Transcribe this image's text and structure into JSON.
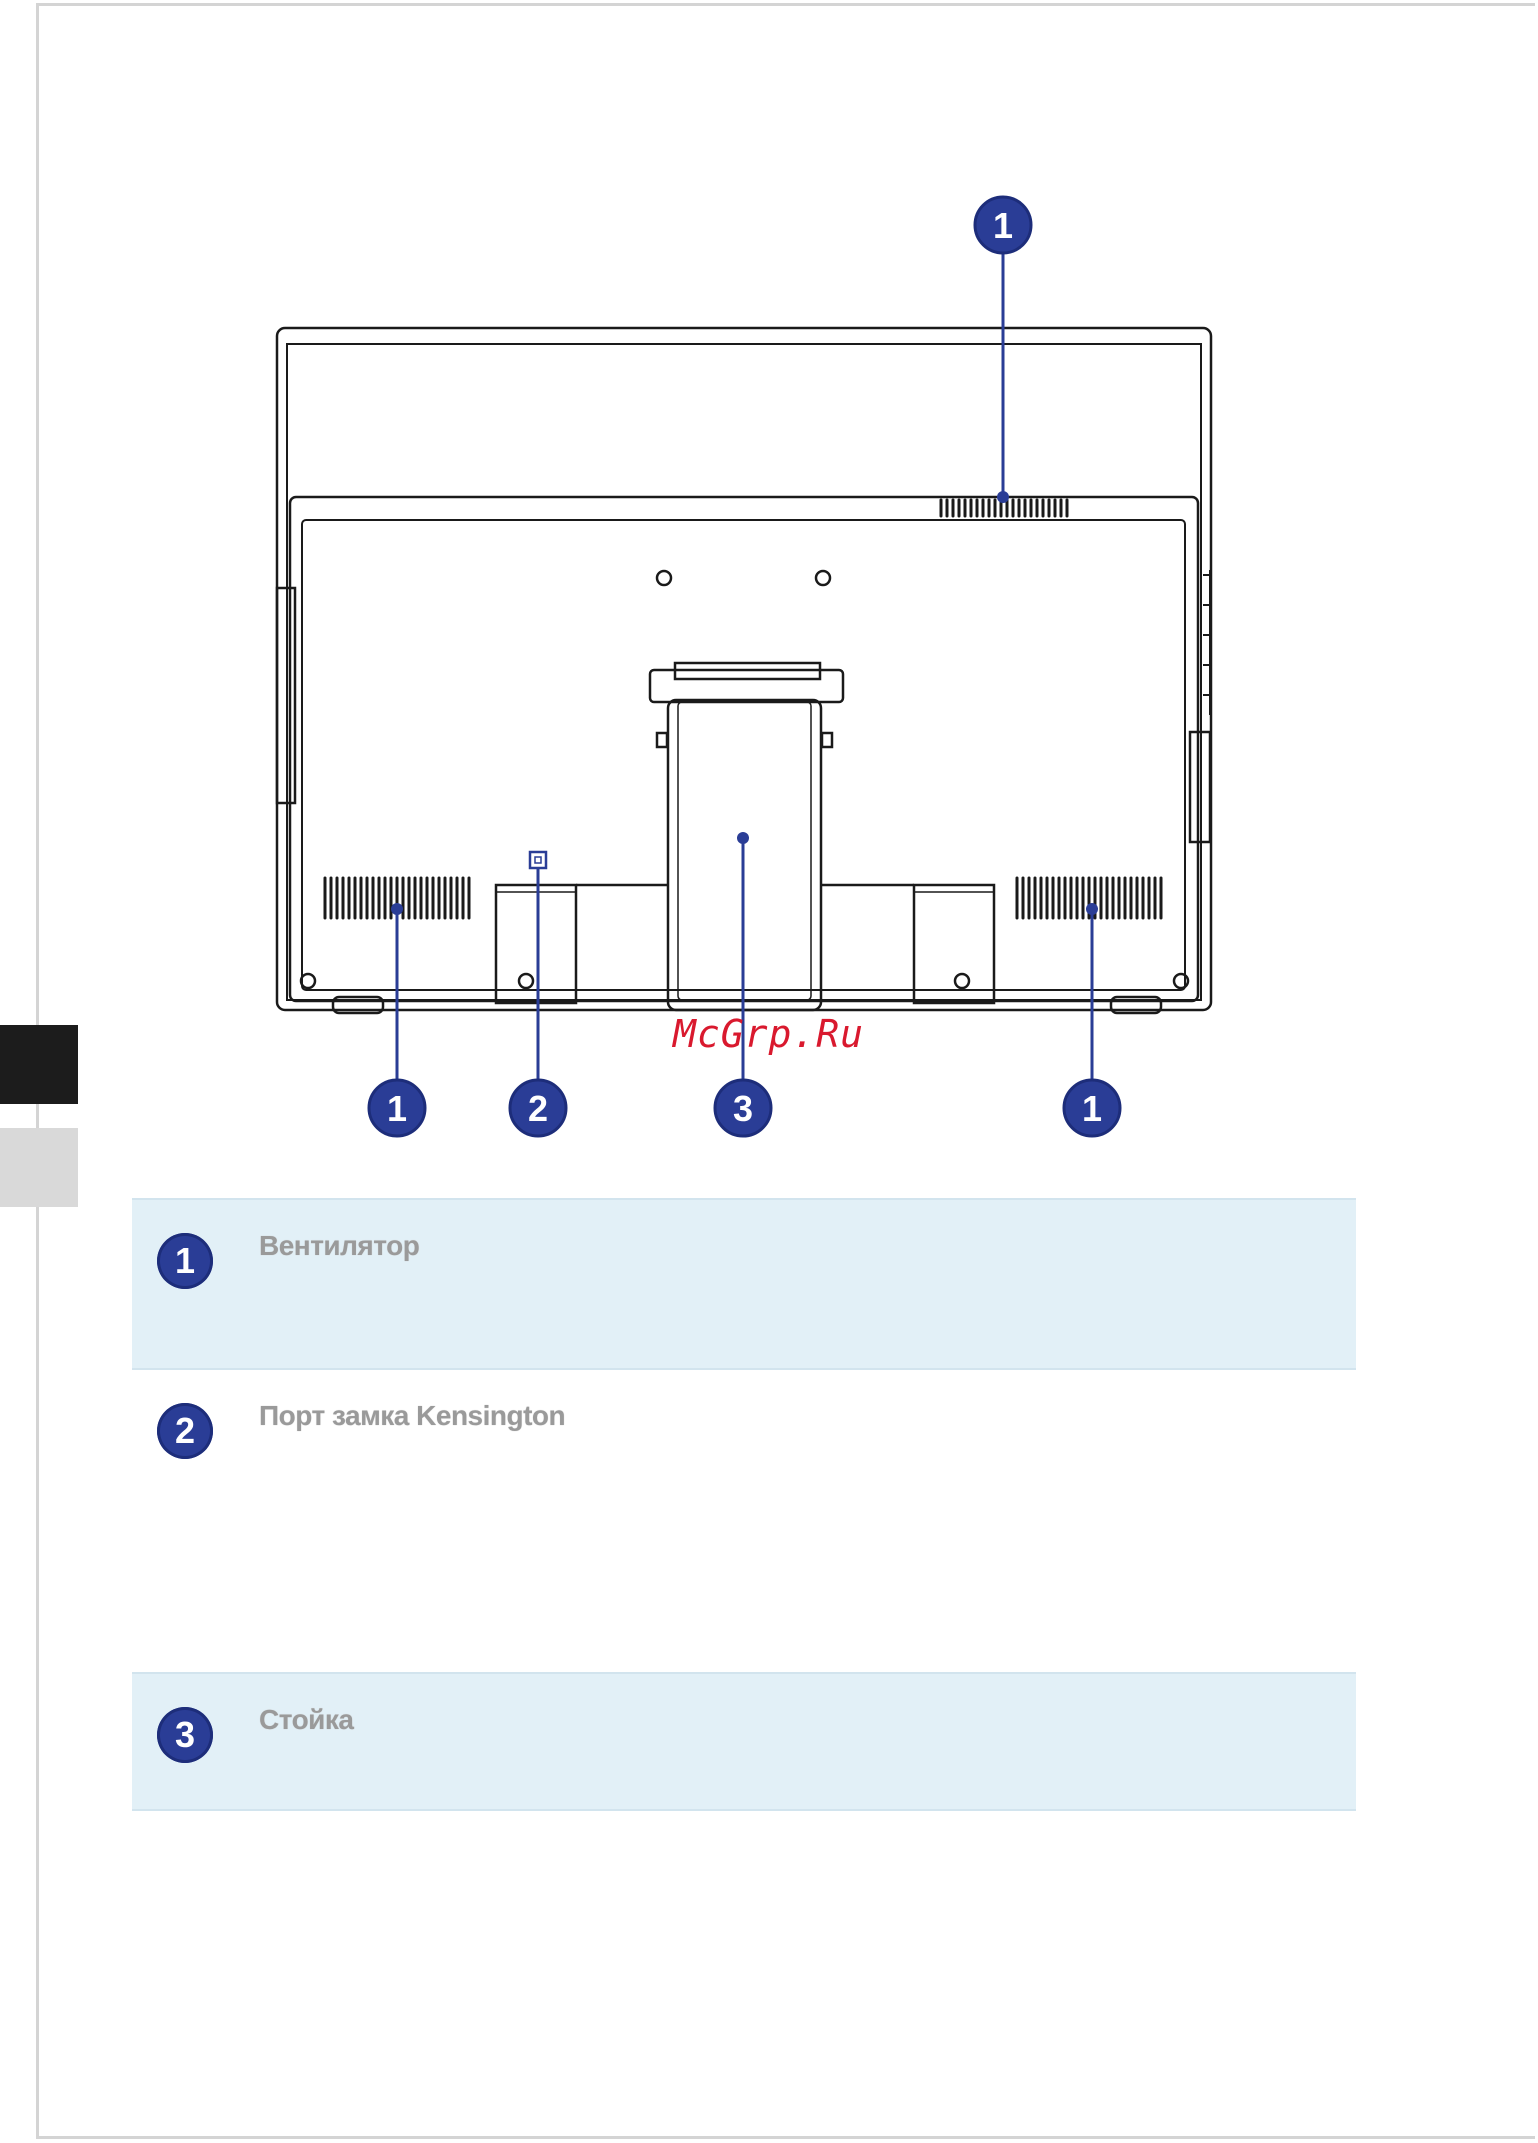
{
  "figure": {
    "callouts": [
      "1",
      "1",
      "2",
      "3",
      "1"
    ],
    "accent_color": "#2a3d96"
  },
  "watermark": "McGrp.Ru",
  "legend": [
    {
      "number": "1",
      "label": "Вентилятор"
    },
    {
      "number": "2",
      "label": "Порт замка Kensington"
    },
    {
      "number": "3",
      "label": "Стойка"
    }
  ]
}
